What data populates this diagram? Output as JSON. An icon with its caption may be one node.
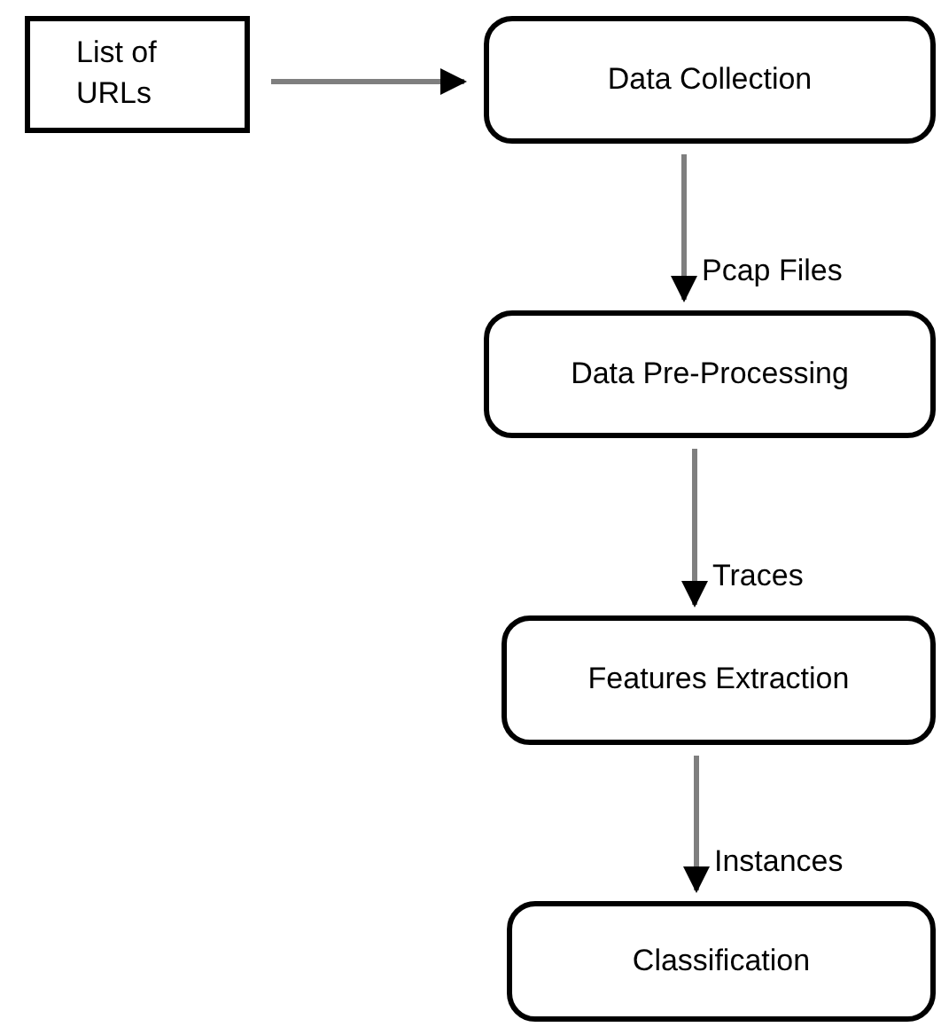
{
  "diagram": {
    "nodes": [
      {
        "text": [
          "List of URLs"
        ]
      },
      {
        "text": [
          "Data Collection"
        ]
      },
      {
        "text": [
          "Data Pre-Processing"
        ]
      },
      {
        "text": [
          "Features Extraction"
        ]
      },
      {
        "text": [
          "Classification"
        ]
      }
    ],
    "edges": [
      {
        "from": 0,
        "to": 1,
        "arrow": "to"
      },
      {
        "from": 1,
        "to": 2,
        "arrow": "to",
        "label": "Pcap Files"
      },
      {
        "from": 2,
        "to": 3,
        "arrow": "to",
        "label": "Traces"
      },
      {
        "from": 3,
        "to": 4,
        "arrow": "to",
        "label": "Instances"
      }
    ]
  }
}
